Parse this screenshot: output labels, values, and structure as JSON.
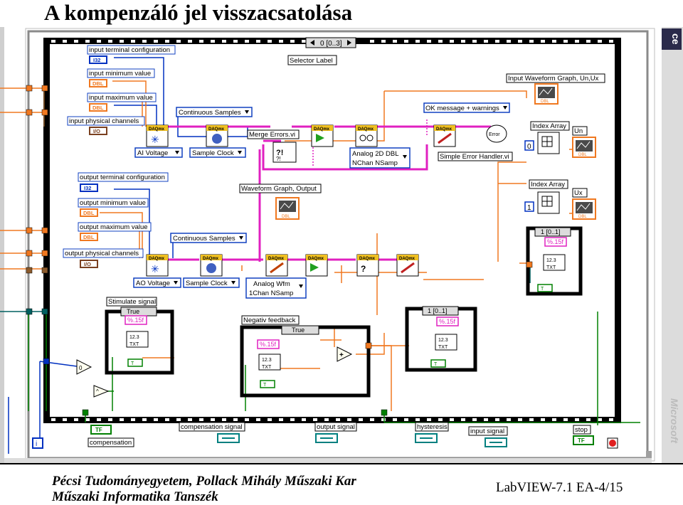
{
  "title": "A kompenzáló jel visszacsatolása",
  "footer": {
    "university": "Pécsi Tudományegyetem, Pollack Mihály Műszaki Kar",
    "department": "Műszaki Informatika Tanszék",
    "page": "LabVIEW-7.1 EA-4/15"
  },
  "sidebar": {
    "top_text": "ce",
    "bottom_text": "Microsoft"
  },
  "diagram": {
    "frame_selector": "0 [0..3]",
    "selector_label": "Selector Label",
    "labels": {
      "input_terminal_configuration": "input terminal configuration",
      "input_minimum_value": "input minimum value",
      "input_maximum_value": "input maximum value",
      "input_physical_channels": "input physical channels",
      "output_terminal_configuration": "output terminal configuration",
      "output_minimum_value": "output minimum value",
      "output_maximum_value": "output maximum value",
      "output_physical_channels": "output physical channels",
      "continuous_samples_1": "Continuous Samples",
      "continuous_samples_2": "Continuous Samples",
      "ai_voltage": "AI Voltage",
      "ao_voltage": "AO Voltage",
      "sample_clock_1": "Sample Clock",
      "sample_clock_2": "Sample Clock",
      "merge_errors": "Merge Errors.vi",
      "analog_2d_dbl": "Analog 2D DBL",
      "nchan_nsamp": "NChan NSamp",
      "ok_message": "OK message + warnings",
      "simple_error_handler": "Simple Error Handler.vi",
      "input_waveform_graph": "Input Waveform Graph, Un,Ux",
      "index_array_1": "Index Array",
      "index_array_2": "Index Array",
      "un": "Un",
      "ux": "Ux",
      "waveform_graph_output": "Waveform Graph, Output",
      "analog_wfm": "Analog Wfm",
      "onechan_nsamp": "1Chan NSamp",
      "stimulate_signal": "Stimulate signal",
      "negativ_feedback": "Negativ feedback",
      "compensation_signal": "compensation signal",
      "output_signal": "output signal",
      "hysteresis": "hysteresis",
      "input_signal": "input signal",
      "stop": "stop",
      "compensation": "compensation"
    },
    "types": {
      "i32a": "I32",
      "dbl1": "DBL",
      "dbl2": "DBL",
      "i70a": "I/O",
      "i32b": "I32",
      "dbl3": "DBL",
      "dbl4": "DBL",
      "i70b": "I/O",
      "dbl_graph": "DBL",
      "dbl_un": "DBL",
      "dbl_ux": "DBL",
      "dbl_out": "DBL",
      "tf1": "TF",
      "tf2": "TF"
    },
    "case_true_1": "True",
    "case_true_2": "True",
    "sel_10a": "1 [0..1]",
    "sel_10b": "1 [0..1]",
    "fmt_15f": "%.15f",
    "txt": "TXT",
    "num123": "12.3",
    "const0": "0",
    "const1": "1",
    "tf_t": "T",
    "daqmx": "DAQmx",
    "iter_i": "i",
    "error_glyph": "Error"
  }
}
